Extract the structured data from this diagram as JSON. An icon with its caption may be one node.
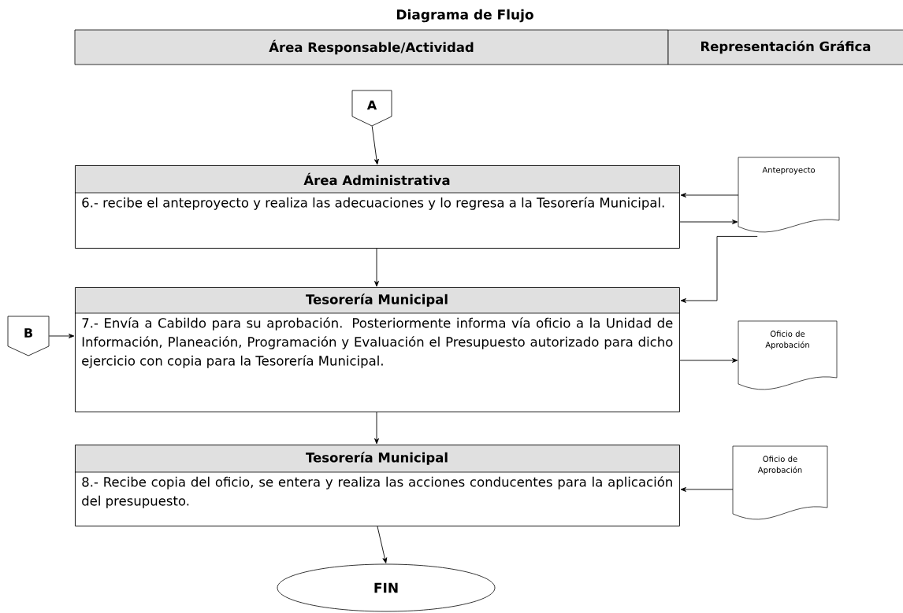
{
  "diagram": {
    "title": "Diagrama de Flujo",
    "nodes": [
      {
        "text": [
          "A"
        ]
      },
      {
        "text": [
          "Área Administrativa",
          "6.- recibe el anteproyecto y realiza las adecuaciones y lo regresa a la Tesorería Municipal."
        ]
      },
      {
        "text": [
          "Anteproyecto"
        ]
      },
      {
        "text": [
          "Tesorería Municipal",
          "7.- Envía a Cabildo para su aprobación. Posteriormente informa vía oficio a la Unidad de Información, Planeación, Programación y Evaluación el Presupuesto autorizado para dicho ejercicio con copia para la Tesorería Municipal."
        ]
      },
      {
        "text": [
          "B"
        ]
      },
      {
        "text": [
          "Oficio de Aprobación"
        ]
      },
      {
        "text": [
          "Tesorería Municipal",
          "8.- Recibe copia del oficio, se entera y realiza las acciones conducentes para la aplicación del presupuesto."
        ]
      },
      {
        "text": [
          "Oficio de Aprobación"
        ]
      },
      {
        "text": [
          "FIN"
        ]
      }
    ],
    "edges": [
      {
        "from": 0,
        "to": 1,
        "arrow": "to"
      },
      {
        "from": 2,
        "to": 1,
        "arrow": "to"
      },
      {
        "from": 1,
        "to": 2,
        "arrow": "to"
      },
      {
        "from": 1,
        "to": 3,
        "arrow": "to"
      },
      {
        "from": 2,
        "to": 3,
        "arrow": "to"
      },
      {
        "from": 4,
        "to": 3,
        "arrow": "to"
      },
      {
        "from": 3,
        "to": 5,
        "arrow": "to"
      },
      {
        "from": 3,
        "to": 6,
        "arrow": "to"
      },
      {
        "from": 7,
        "to": 6,
        "arrow": "to"
      },
      {
        "from": 6,
        "to": 8,
        "arrow": "to"
      }
    ],
    "labels": [
      "Área Responsable/Actividad",
      "Representación Gráfica"
    ]
  }
}
